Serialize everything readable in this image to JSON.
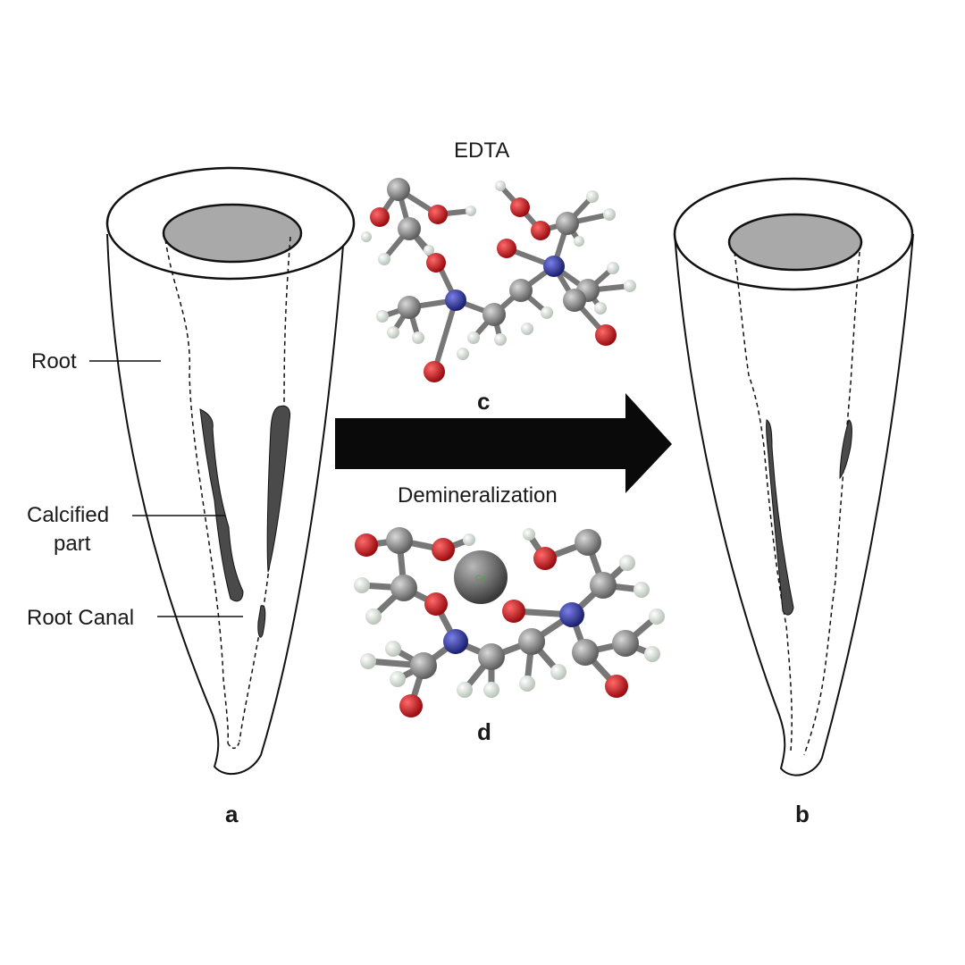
{
  "labels": {
    "root": "Root",
    "calcified_line1": "Calcified",
    "calcified_line2": "part",
    "root_canal": "Root Canal",
    "edta": "EDTA",
    "demineralization": "Demineralization",
    "panel_a": "a",
    "panel_b": "b",
    "panel_c": "c",
    "panel_d": "d",
    "calcium_atom": "Ca"
  },
  "colors": {
    "outline": "#111111",
    "canal_fill": "#a9a9a9",
    "calcified_fill": "#4a4a4a",
    "arrow": "#0a0a0a",
    "carbon": "#7a7a7a",
    "oxygen": "#c8141a",
    "nitrogen": "#2a2f9a",
    "hydrogen": "#e6ece6",
    "calcium": "#5a5a5a",
    "atom_text": "#3fa63f"
  }
}
